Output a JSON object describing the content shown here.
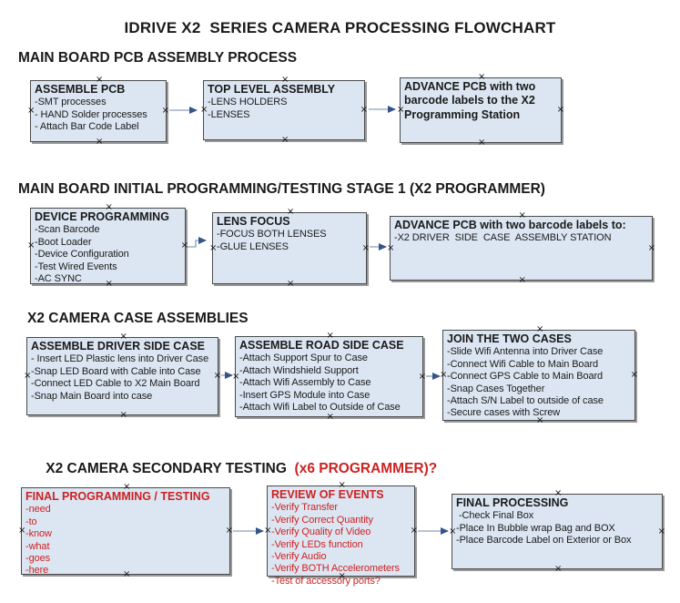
{
  "title": "IDRIVE X2  SERIES CAMERA PROCESSING FLOWCHART",
  "colors": {
    "box_fill": "#dce6f2",
    "box_border": "#4a4a4a",
    "box_shadow": "#999999",
    "arrow_line": "#9fb1c8",
    "arrow_head": "#35548a",
    "red_accent": "#cc2222",
    "text": "#1a1a1a"
  },
  "icons": {
    "anchor_glyph": "×",
    "arrow": "right-arrow"
  },
  "sections": [
    {
      "heading": "MAIN BOARD PCB ASSEMBLY PROCESS",
      "boxes": [
        {
          "title": "ASSEMBLE PCB",
          "items": [
            "-SMT processes",
            "- HAND Solder processes",
            "- Attach Bar Code Label"
          ]
        },
        {
          "title": "TOP LEVEL ASSEMBLY",
          "items": [
            "-LENS HOLDERS",
            "-LENSES"
          ]
        },
        {
          "title": "ADVANCE PCB with two barcode labels to the  X2 Programming Station",
          "items": []
        }
      ]
    },
    {
      "heading": "MAIN BOARD INITIAL PROGRAMMING/TESTING STAGE 1 (X2 PROGRAMMER)",
      "boxes": [
        {
          "title": "DEVICE PROGRAMMING",
          "items": [
            "-Scan Barcode",
            "-Boot Loader",
            "-Device Configuration",
            "-Test Wired Events",
            "-AC SYNC"
          ]
        },
        {
          "title": "LENS FOCUS",
          "items": [
            "-FOCUS BOTH LENSES",
            "-GLUE LENSES"
          ]
        },
        {
          "title": "ADVANCE PCB with two barcode labels to:",
          "items": [
            "-X2 DRIVER  SIDE  CASE  ASSEMBLY STATION"
          ]
        }
      ]
    },
    {
      "heading": "X2 CAMERA CASE ASSEMBLIES",
      "boxes": [
        {
          "title": "ASSEMBLE DRIVER SIDE CASE",
          "items": [
            "- Insert LED Plastic lens into Driver Case",
            "-Snap LED Board with Cable into Case",
            "-Connect LED Cable to X2 Main Board",
            "-Snap Main Board into case"
          ]
        },
        {
          "title": "ASSEMBLE ROAD SIDE CASE",
          "items": [
            "-Attach Support Spur to Case",
            "-Attach Windshield Support",
            "-Attach Wifi Assembly to Case",
            "-Insert GPS Module into Case",
            "-Attach Wifi Label to Outside of Case"
          ]
        },
        {
          "title": "JOIN THE TWO CASES",
          "items": [
            "-Slide Wifi Antenna into Driver Case",
            "-Connect Wifi Cable to Main Board",
            "-Connect GPS Cable to Main Board",
            "-Snap Cases Together",
            "-Attach S/N Label to outside of case",
            "-Secure cases with Screw"
          ]
        }
      ]
    },
    {
      "heading": "X2 CAMERA SECONDARY TESTING",
      "heading_suffix": "  (x6 PROGRAMMER)?",
      "boxes": [
        {
          "title": "FINAL PROGRAMMING / TESTING",
          "red": true,
          "items": [
            "-need",
            "-to",
            "-know",
            "-what",
            "-goes",
            "-here"
          ]
        },
        {
          "title": "REVIEW OF EVENTS",
          "red": true,
          "items": [
            "-Verify Transfer",
            "-Verify Correct Quantity",
            "-Verify Quality of Video",
            "-Verify LEDs function",
            "-Verify Audio",
            "-Verify BOTH Accelerometers",
            "-Test of accessory ports?"
          ]
        },
        {
          "title": "FINAL PROCESSING",
          "items": [
            " -Check Final Box",
            "-Place In Bubble wrap Bag and BOX",
            "-Place Barcode Label on Exterior or Box"
          ]
        }
      ]
    }
  ]
}
